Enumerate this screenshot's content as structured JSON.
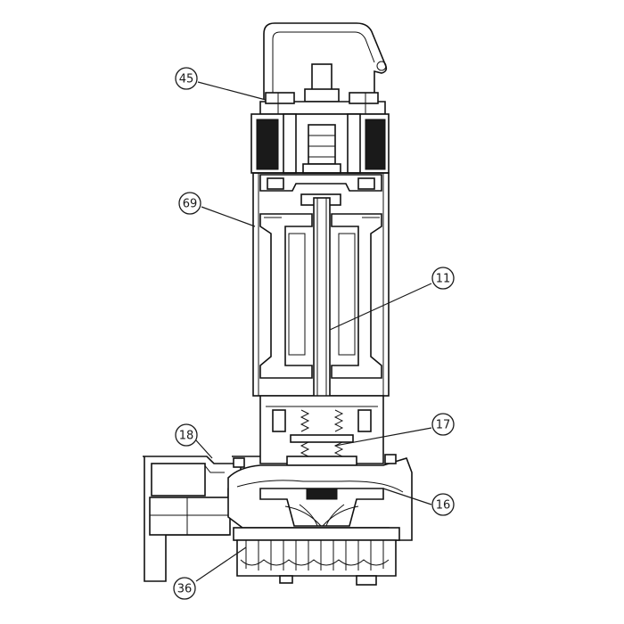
{
  "callouts": [
    {
      "id": "c45",
      "label": "45"
    },
    {
      "id": "c69",
      "label": "69"
    },
    {
      "id": "c11",
      "label": "11"
    },
    {
      "id": "c17",
      "label": "17"
    },
    {
      "id": "c18",
      "label": "18"
    },
    {
      "id": "c16",
      "label": "16"
    },
    {
      "id": "c36",
      "label": "36"
    }
  ]
}
